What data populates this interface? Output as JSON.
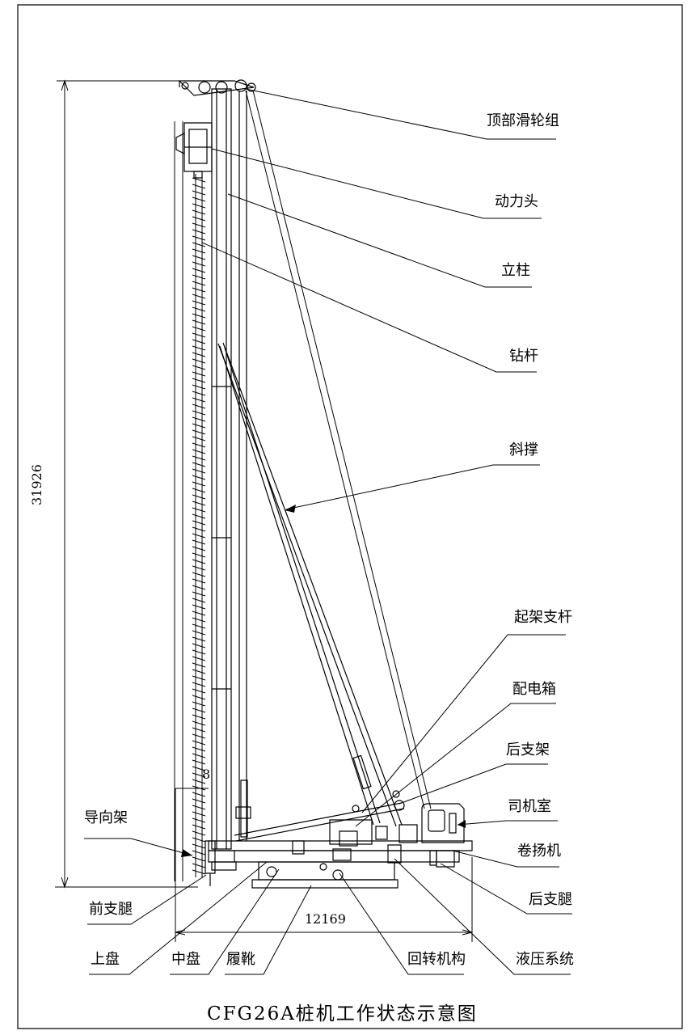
{
  "title": "CFG26A桩机工作状态示意图",
  "dimensions": {
    "height": "31926",
    "base_length": "12169",
    "small": "8"
  },
  "labels": {
    "top_pulley": "顶部滑轮组",
    "power_head": "动力头",
    "column": "立柱",
    "drill_rod": "钻杆",
    "diagonal_brace": "斜撑",
    "erecting_strut": "起架支杆",
    "electrical_box": "配电箱",
    "rear_frame": "后支架",
    "cab": "司机室",
    "winch": "卷扬机",
    "rear_leg": "后支腿",
    "hydraulic_system": "液压系统",
    "slewing_mechanism": "回转机构",
    "guide_frame": "导向架",
    "front_leg": "前支腿",
    "upper_plate": "上盘",
    "middle_plate": "中盘",
    "track_shoe": "履靴"
  },
  "colors": {
    "ink": "#000000",
    "paper": "#ffffff"
  }
}
